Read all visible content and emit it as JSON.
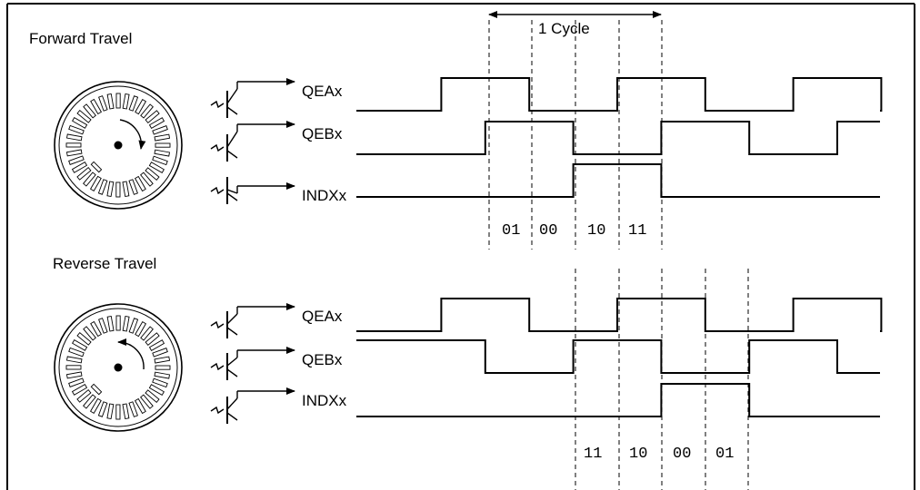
{
  "forward": {
    "title": "Forward Travel",
    "cycle_label": "1 Cycle",
    "signals": [
      {
        "name": "QEAx",
        "wave": [
          0,
          1,
          1,
          0,
          0,
          1,
          1,
          0,
          0,
          1,
          1,
          0,
          0
        ]
      },
      {
        "name": "QEBx",
        "wave": [
          0,
          0,
          1,
          1,
          0,
          0,
          1,
          1,
          0,
          0,
          1,
          1,
          1
        ]
      },
      {
        "name": "INDXx",
        "wave": [
          0,
          0,
          0,
          0,
          1,
          1,
          0,
          0,
          0,
          0,
          0,
          0,
          0
        ]
      }
    ],
    "state_codes": [
      "01",
      "00",
      "10",
      "11"
    ],
    "rotation": "clockwise"
  },
  "reverse": {
    "title": "Reverse Travel",
    "signals": [
      {
        "name": "QEAx",
        "wave": [
          0,
          1,
          1,
          0,
          0,
          1,
          1,
          0,
          0,
          1,
          1,
          0,
          0
        ]
      },
      {
        "name": "QEBx",
        "wave": [
          1,
          1,
          0,
          0,
          1,
          1,
          0,
          0,
          1,
          1,
          0,
          0,
          0
        ]
      },
      {
        "name": "INDXx",
        "wave": [
          0,
          0,
          0,
          0,
          0,
          0,
          1,
          1,
          0,
          0,
          0,
          0,
          0
        ]
      }
    ],
    "state_codes": [
      "11",
      "10",
      "00",
      "01"
    ],
    "rotation": "counterclockwise"
  }
}
